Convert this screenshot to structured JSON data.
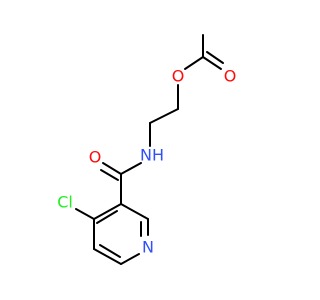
{
  "molecule": {
    "atoms": {
      "O_ester": {
        "symbol": "O",
        "color": "#ff0d0d"
      },
      "O_carbonyl_ester": {
        "symbol": "O",
        "color": "#ff0d0d"
      },
      "N_amide": {
        "symbol": "NH",
        "color": "#3050f8"
      },
      "O_amide": {
        "symbol": "O",
        "color": "#ff0d0d"
      },
      "Cl": {
        "symbol": "Cl",
        "color": "#1ff01f"
      },
      "N_pyridine": {
        "symbol": "N",
        "color": "#3050f8"
      }
    },
    "bond_color": "#000000"
  }
}
